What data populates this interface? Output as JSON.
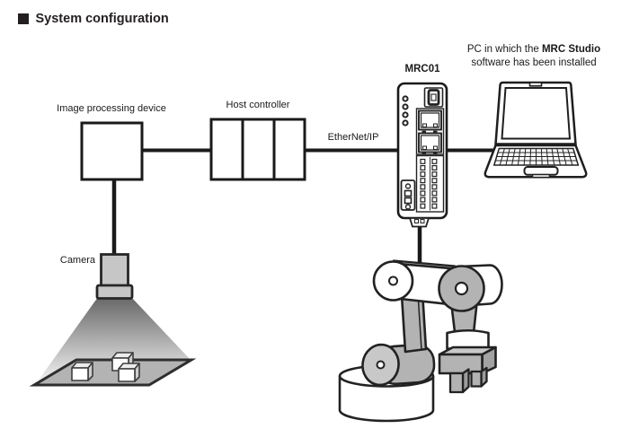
{
  "title": "System configuration",
  "diagram": {
    "image_processing_device": "Image processing device",
    "host_controller": "Host controller",
    "network_label": "EtherNet/IP",
    "controller_label": "MRC01",
    "pc_label_prefix": "PC in which the ",
    "pc_label_product": "MRC Studio",
    "pc_label_line2": "software has been installed",
    "camera_label": "Camera"
  },
  "colors": {
    "ink": "#1a1a1a",
    "device_gray": "#b3b3b3",
    "face_gray": "#c8c8c8",
    "background": "#ffffff"
  }
}
